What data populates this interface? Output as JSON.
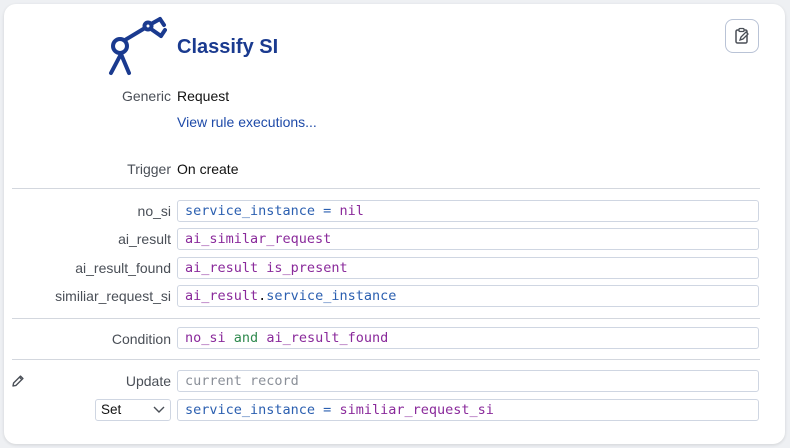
{
  "header": {
    "title": "Classify SI",
    "logo_icon": "robot-arm-icon",
    "clipboard_icon": "clipboard-edit-icon",
    "brand_color": "#1a3a8f"
  },
  "info": {
    "generic_label": "Generic",
    "generic_value": "Request",
    "rule_executions_link": "View rule executions...",
    "trigger_label": "Trigger",
    "trigger_value": "On create"
  },
  "variables": [
    {
      "label": "no_si",
      "tokens": [
        [
          "service_instance",
          "ident"
        ],
        [
          " = ",
          "op"
        ],
        [
          "nil",
          "kw"
        ]
      ]
    },
    {
      "label": "ai_result",
      "tokens": [
        [
          "ai_similar_request",
          "kw"
        ]
      ]
    },
    {
      "label": "ai_result_found",
      "tokens": [
        [
          "ai_result",
          "kw"
        ],
        [
          " ",
          "plain"
        ],
        [
          "is_present",
          "kw"
        ]
      ]
    },
    {
      "label": "similiar_request_si",
      "tokens": [
        [
          "ai_result",
          "kw"
        ],
        [
          ".",
          "plain"
        ],
        [
          "service_instance",
          "ident"
        ]
      ]
    }
  ],
  "condition": {
    "label": "Condition",
    "tokens": [
      [
        "no_si",
        "kw"
      ],
      [
        " ",
        "plain"
      ],
      [
        "and",
        "kw2"
      ],
      [
        " ",
        "plain"
      ],
      [
        "ai_result_found",
        "kw"
      ]
    ]
  },
  "update": {
    "label": "Update",
    "placeholder": "current record",
    "action_select": "Set",
    "tokens": [
      [
        "service_instance",
        "ident"
      ],
      [
        " = ",
        "op"
      ],
      [
        "similiar_request_si",
        "kw"
      ]
    ]
  }
}
